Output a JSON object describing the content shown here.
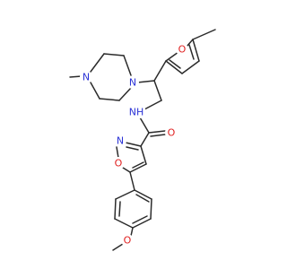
{
  "colors": {
    "bond": "#2b2b2b",
    "carbon_label": "#2b2b2b",
    "nitrogen": "#2b33d6",
    "oxygen": "#e02020",
    "background": "#ffffff"
  },
  "atoms": [
    {
      "id": "n_pip_methyl",
      "text": "N",
      "element": "N"
    },
    {
      "id": "n_pip_attach",
      "text": "N",
      "element": "N"
    },
    {
      "id": "o_furan",
      "text": "O",
      "element": "O"
    },
    {
      "id": "nh_amide",
      "text": "NH",
      "element": "N"
    },
    {
      "id": "o_carbonyl",
      "text": "O",
      "element": "O"
    },
    {
      "id": "n_isoxazole",
      "text": "N",
      "element": "N"
    },
    {
      "id": "o_isoxazole",
      "text": "O",
      "element": "O"
    },
    {
      "id": "o_methoxy",
      "text": "O",
      "element": "O"
    }
  ]
}
